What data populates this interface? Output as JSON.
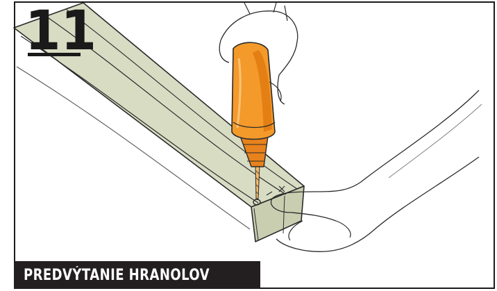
{
  "step": {
    "number": "11"
  },
  "caption": {
    "text": "PREDVÝTANIE HRANOLOV"
  },
  "illustration": {
    "subject": "drill pre-drilling a hole into a wooden beam held by a hand",
    "icons": [
      "drill-icon",
      "wooden-beam",
      "hand"
    ]
  },
  "colors": {
    "border": "#1a1a1a",
    "wood": "#d8dcc3",
    "drill_orange": "#f39a2a",
    "drill_dark": "#e07a10",
    "caption_bg": "#231f20",
    "caption_text": "#ffffff"
  }
}
